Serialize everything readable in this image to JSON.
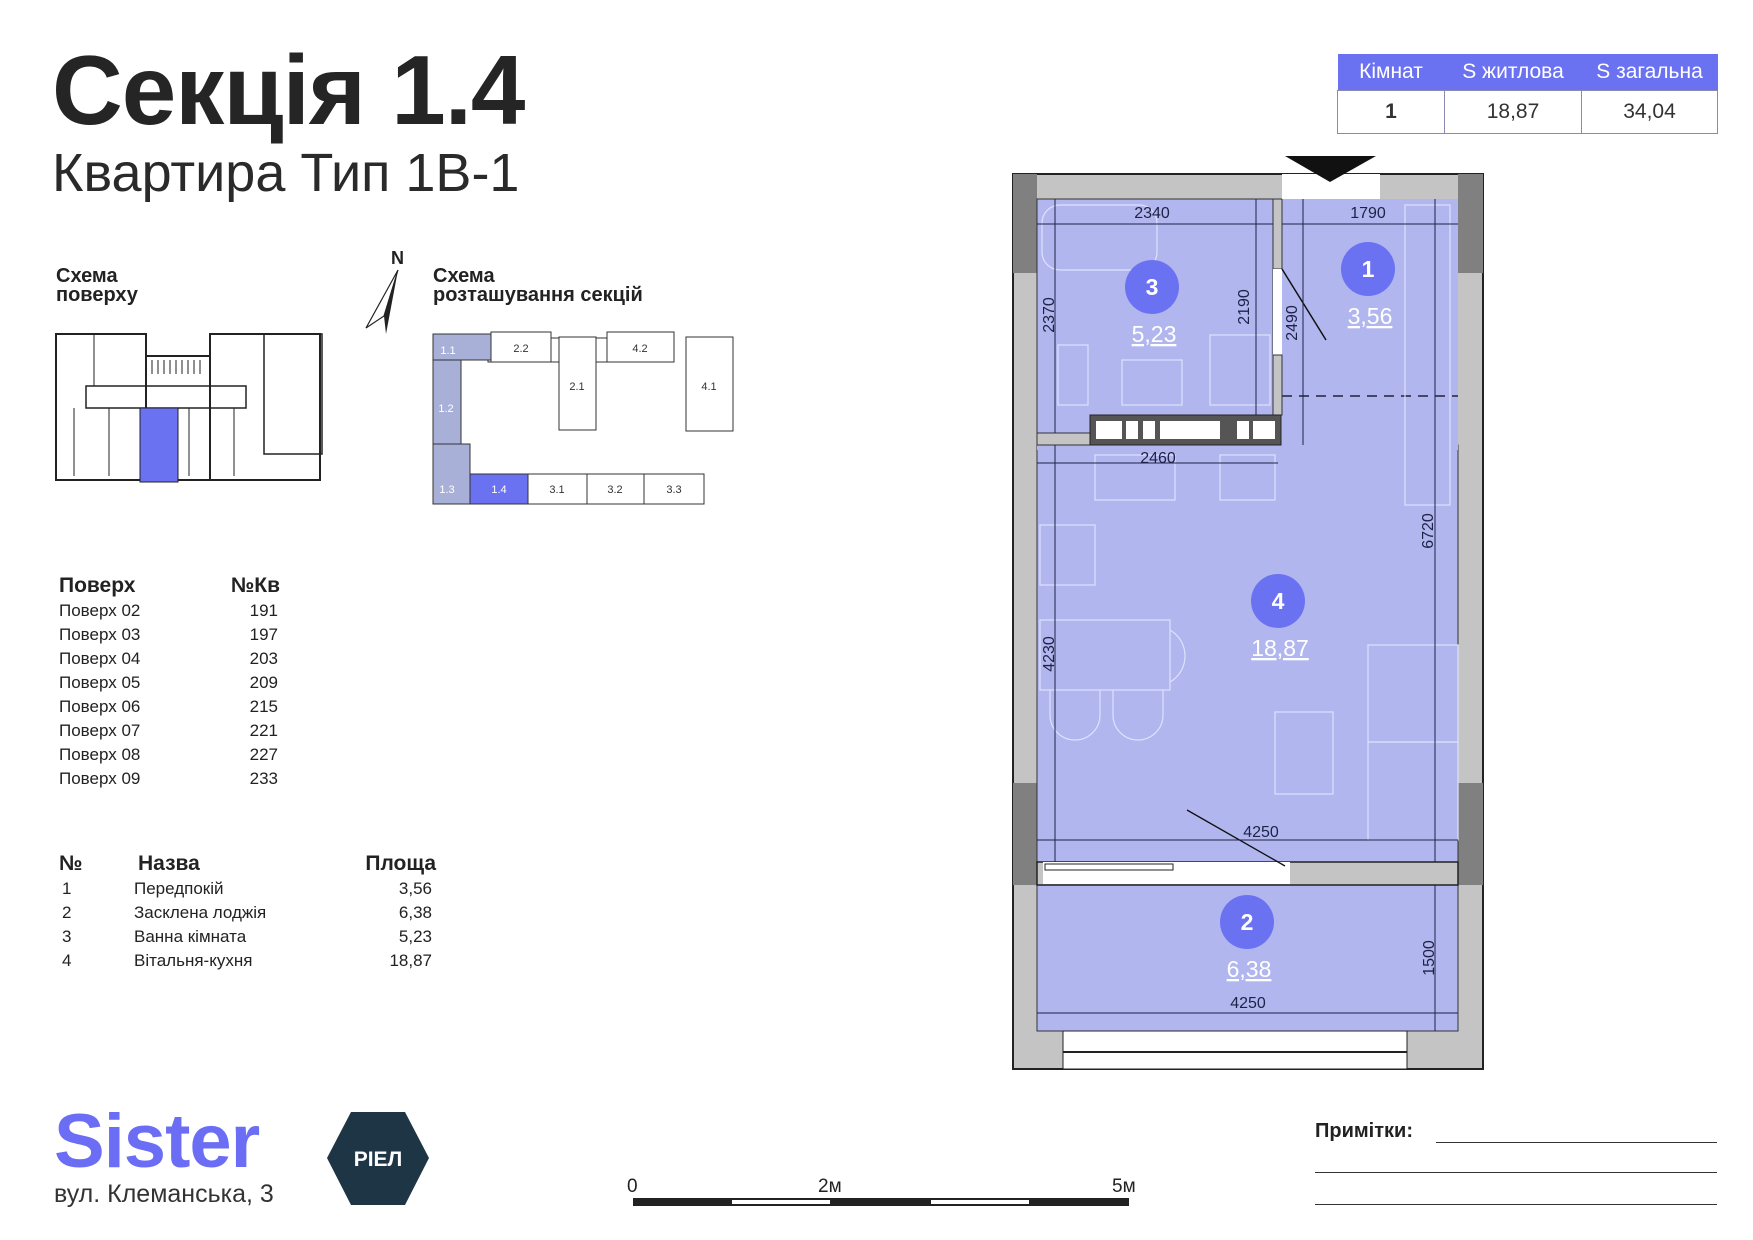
{
  "header": {
    "title": "Секція 1.4",
    "subtitle": "Квартира Тип 1В-1"
  },
  "summary": {
    "headers": [
      "Кімнат",
      "S житлова",
      "S загальна"
    ],
    "values": [
      "1",
      "18,87",
      "34,04"
    ]
  },
  "floor_schema": {
    "label_line1": "Схема",
    "label_line2": "поверху"
  },
  "north": "N",
  "section_schema": {
    "label_line1": "Схема",
    "label_line2": "розташування секцій",
    "sections": [
      "1.1",
      "2.2",
      "2.1",
      "4.2",
      "4.1",
      "1.2",
      "1.3",
      "1.4",
      "3.1",
      "3.2",
      "3.3"
    ],
    "active": "1.4"
  },
  "floors": {
    "headers": [
      "Поверх",
      "№Кв"
    ],
    "rows": [
      [
        "Поверх 02",
        "191"
      ],
      [
        "Поверх 03",
        "197"
      ],
      [
        "Поверх 04",
        "203"
      ],
      [
        "Поверх 05",
        "209"
      ],
      [
        "Поверх 06",
        "215"
      ],
      [
        "Поверх 07",
        "221"
      ],
      [
        "Поверх 08",
        "227"
      ],
      [
        "Поверх 09",
        "233"
      ]
    ]
  },
  "rooms": {
    "headers": [
      "№",
      "Назва",
      "Площа"
    ],
    "rows": [
      [
        "1",
        "Передпокій",
        "3,56"
      ],
      [
        "2",
        "Засклена лоджія",
        "6,38"
      ],
      [
        "3",
        "Ванна кімната",
        "5,23"
      ],
      [
        "4",
        "Вітальня-кухня",
        "18,87"
      ]
    ]
  },
  "plan": {
    "markers": [
      {
        "num": "3",
        "area": "5,23"
      },
      {
        "num": "1",
        "area": "3,56"
      },
      {
        "num": "4",
        "area": "18,87"
      },
      {
        "num": "2",
        "area": "6,38"
      }
    ],
    "dimensions": [
      "2340",
      "1790",
      "2370",
      "2190",
      "2490",
      "2460",
      "6720",
      "4230",
      "4250",
      "1500",
      "4250"
    ]
  },
  "footer": {
    "brand": "Sister",
    "address": "вул. Клеманська, 3",
    "badge": "РІЕЛ",
    "scale": [
      "0",
      "2м",
      "5м"
    ],
    "notes_label": "Примітки:"
  },
  "colors": {
    "accent": "#6b72f2",
    "room_fill": "#b1b6ee",
    "wall": "#c4c4c4",
    "wall_dark": "#808080",
    "badge": "#1e3545"
  }
}
